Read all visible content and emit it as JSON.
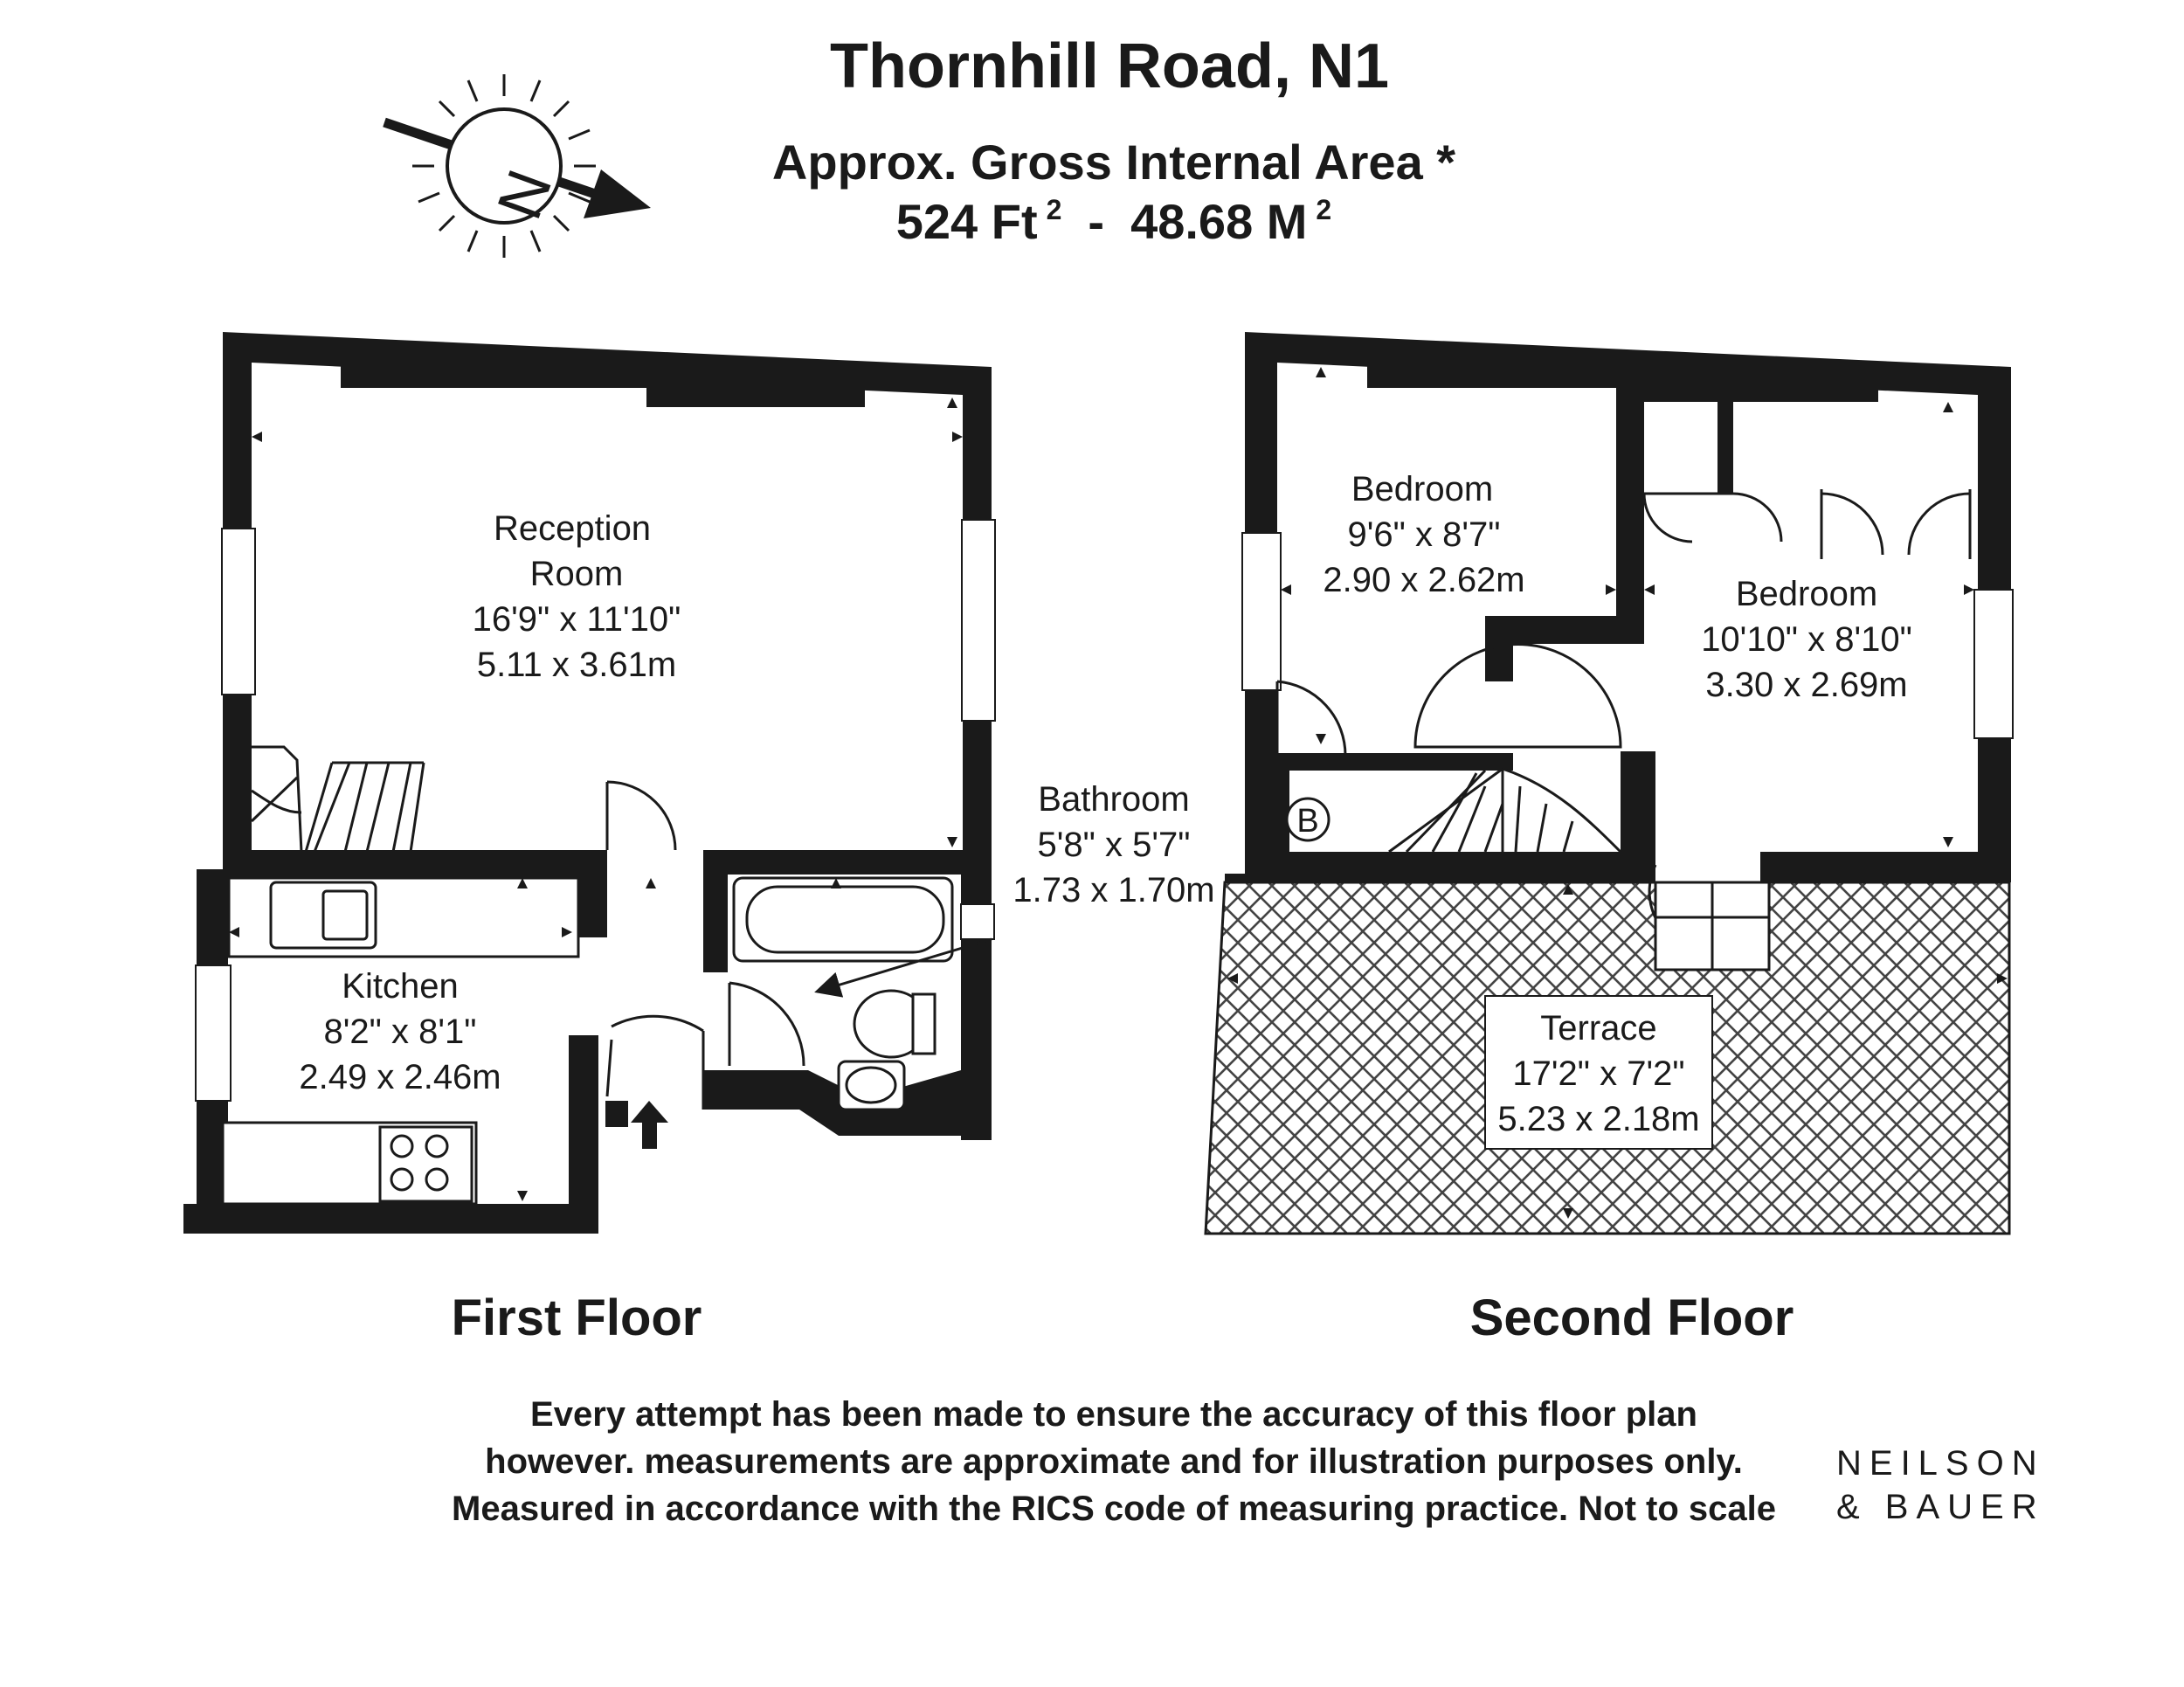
{
  "header": {
    "title": "Thornhill Road, N1",
    "area_label": "Approx. Gross Internal Area *",
    "area_ft": "524 Ft",
    "area_sep": "-",
    "area_m": "48.68 M",
    "sup": "2"
  },
  "compass": {
    "letter": "N",
    "icon": "north-arrow-icon"
  },
  "floors": {
    "first": {
      "label": "First Floor",
      "rooms": {
        "reception": [
          "Reception",
          "Room",
          "16'9\" x 11'10\"",
          "5.11 x 3.61m"
        ],
        "kitchen": [
          "Kitchen",
          "8'2\" x 8'1\"",
          "2.49 x 2.46m"
        ],
        "bathroom": [
          "Bathroom",
          "5'8\" x 5'7\"",
          "1.73 x 1.70m"
        ]
      }
    },
    "second": {
      "label": "Second Floor",
      "boiler": "B",
      "rooms": {
        "bedroom1": [
          "Bedroom",
          "9'6\" x 8'7\"",
          "2.90 x 2.62m"
        ],
        "bedroom2": [
          "Bedroom",
          "10'10\" x 8'10\"",
          "3.30 x 2.69m"
        ],
        "terrace": [
          "Terrace",
          "17'2\" x 7'2\"",
          "5.23 x 2.18m"
        ]
      }
    }
  },
  "disclaimer": [
    "Every attempt has been made to ensure the accuracy of this floor plan",
    "however. measurements are approximate and for illustration purposes only.",
    "Measured in accordance with the RICS code of measuring practice. Not to scale"
  ],
  "brand": {
    "line1": "NEILSON",
    "line2": "& BAUER"
  },
  "colors": {
    "wall": "#1a1a1a",
    "background": "#ffffff",
    "hatch": "#444444"
  }
}
